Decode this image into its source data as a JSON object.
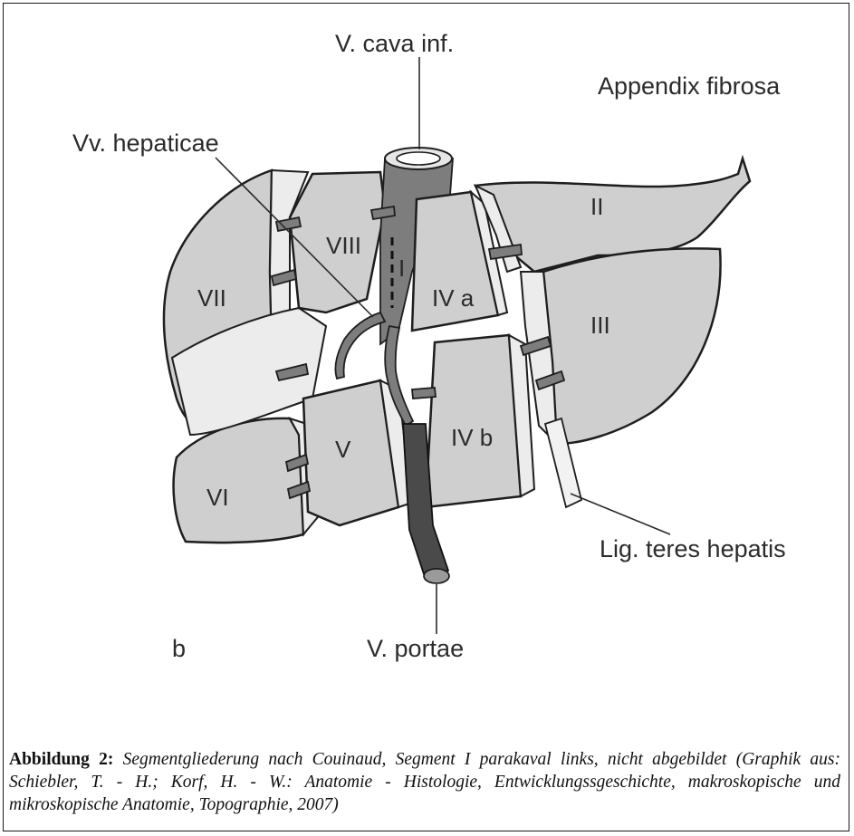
{
  "labels": {
    "vena_cava": "V. cava inf.",
    "appendix": "Appendix fibrosa",
    "hepatic_veins": "Vv. hepaticae",
    "lig_teres": "Lig. teres hepatis",
    "portal_vein": "V. portae",
    "panel": "b"
  },
  "segments": {
    "s1": "I",
    "s2": "II",
    "s3": "III",
    "s4a": "IV a",
    "s4b": "IV b",
    "s5": "V",
    "s6": "VI",
    "s7": "VII",
    "s8": "VIII"
  },
  "caption": {
    "label": "Abbildung 2:",
    "text": "Segmentgliederung nach Couinaud, Segment I parakaval links, nicht abgebildet (Graphik aus: Schiebler, T. - H.; Korf, H. - W.: Anatomie - Histologie, Entwicklungssgeschichte, makroskopische und mikroskopische Anatomie, Topographie, 2007)"
  }
}
